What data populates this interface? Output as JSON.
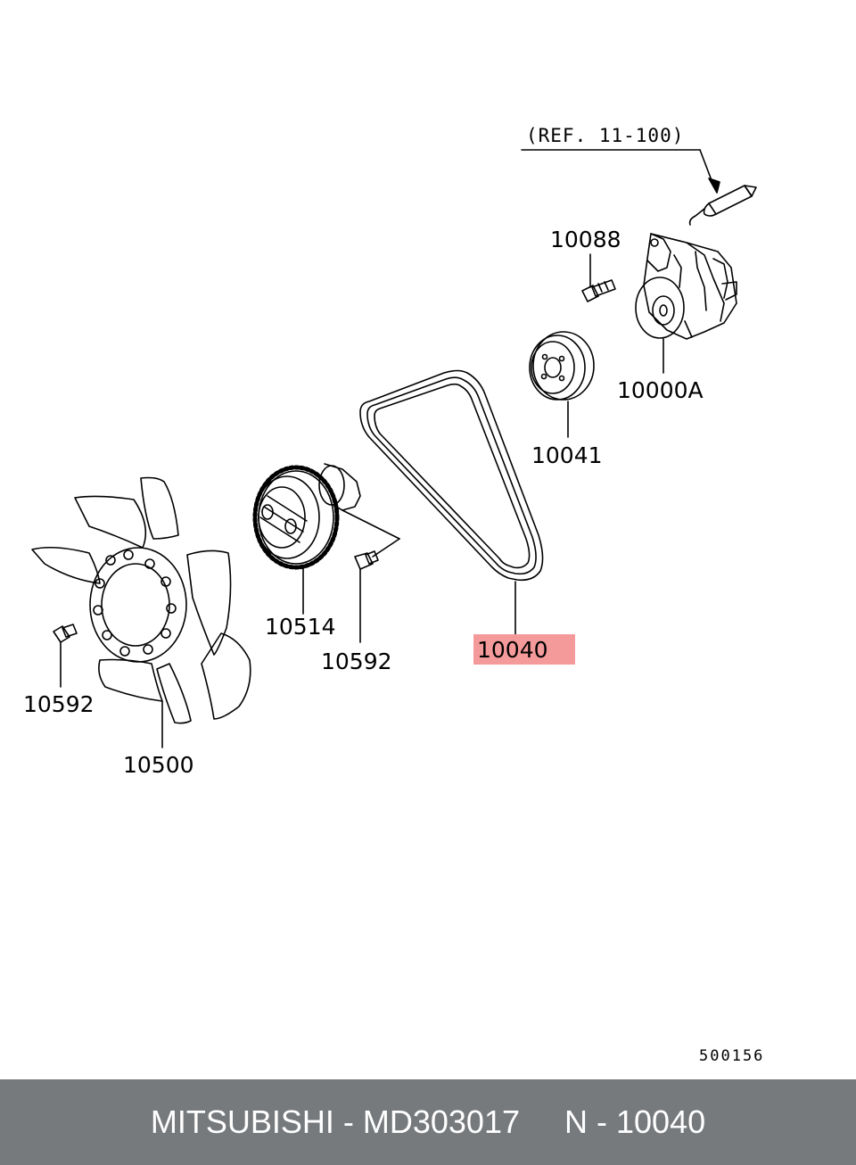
{
  "reference_note": "(REF. 11-100)",
  "part_labels": {
    "p10088": "10088",
    "p10000A": "10000A",
    "p10041": "10041",
    "p10514": "10514",
    "p10592_right": "10592",
    "p10040": "10040",
    "p10592_left": "10592",
    "p10500": "10500"
  },
  "highlighted_part": "10040",
  "diagram_code": "500156",
  "footer": {
    "brand": "MITSUBISHI",
    "separator1": " - ",
    "part_number": "MD303017",
    "gap": "     ",
    "position_prefix": "N",
    "separator2": " - ",
    "position": "10040"
  },
  "colors": {
    "highlight": "#f59a9a",
    "footer_background": "#777a7d",
    "footer_text": "#ffffff",
    "line": "#000000"
  }
}
